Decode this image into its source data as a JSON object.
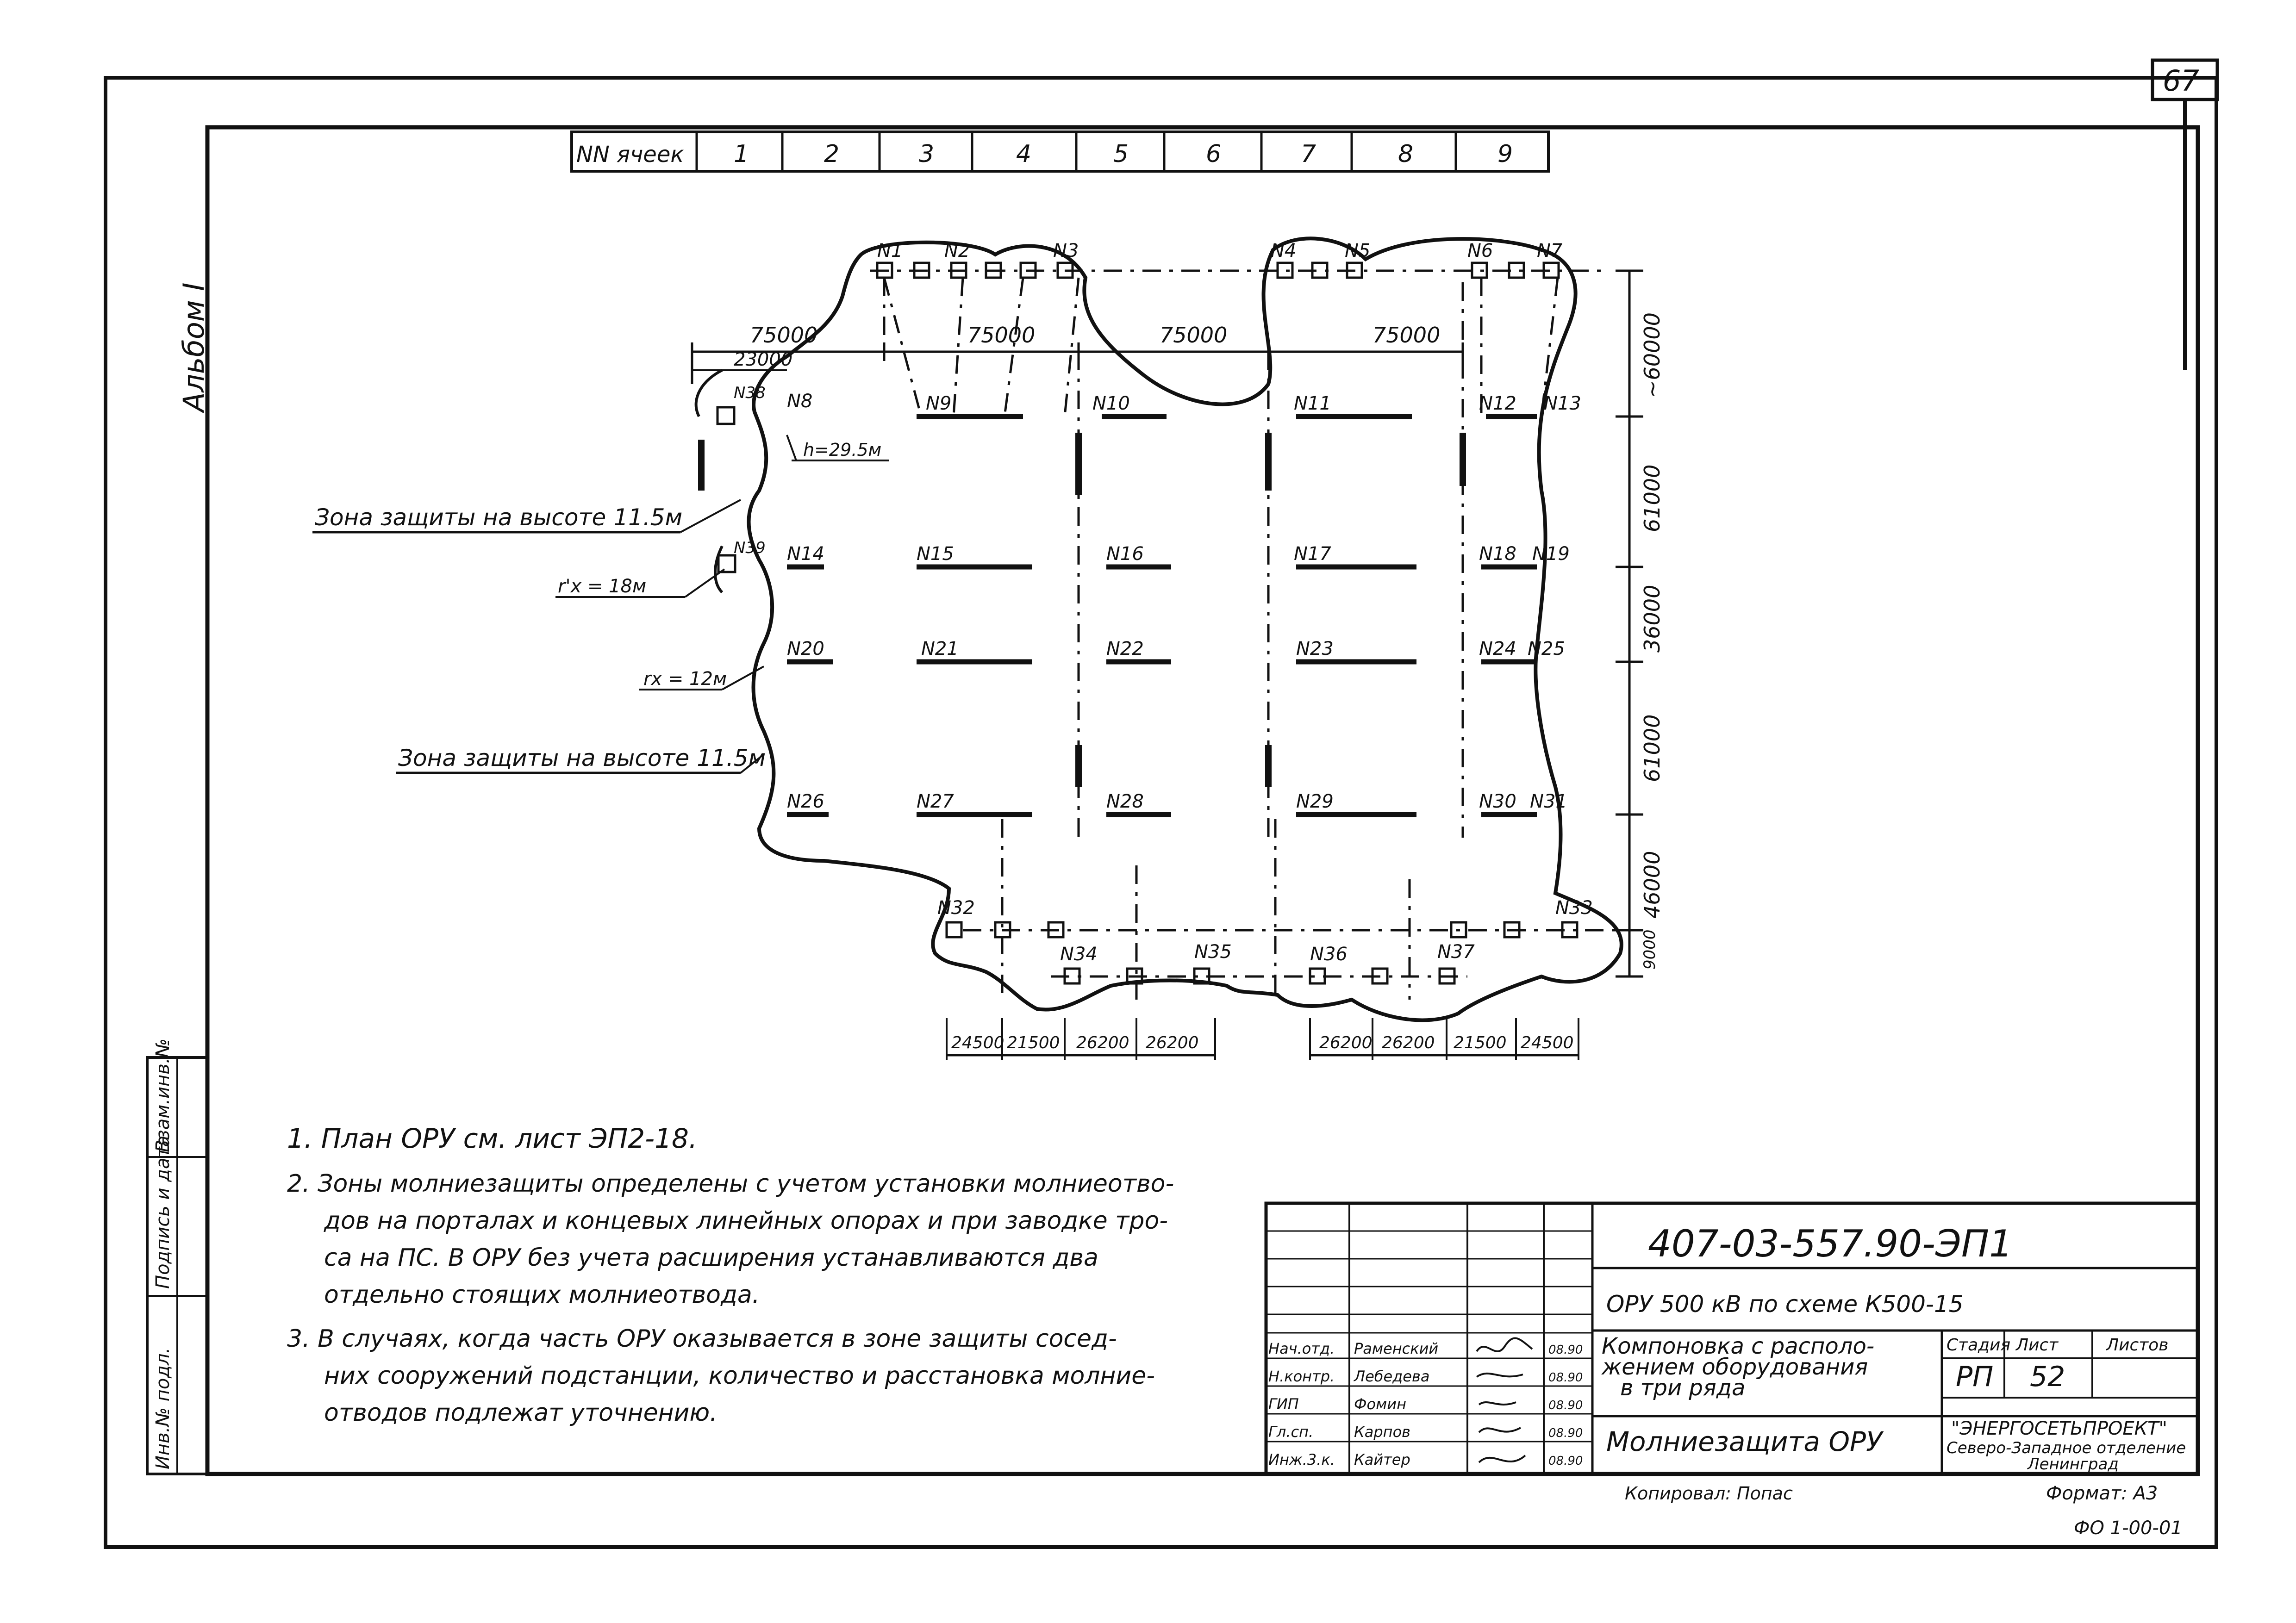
{
  "sheet": {
    "sheet_number": "67",
    "album_label": "Альбом I",
    "drawing_code": "407-03-557.90-ЭП1",
    "copied_by": "Копировал: Попас",
    "format": "Формат: А3",
    "footer_code": "ФО 1-00-01"
  },
  "cells_header": {
    "label": "NN ячеек",
    "cells": [
      "1",
      "2",
      "3",
      "4",
      "5",
      "6",
      "7",
      "8",
      "9"
    ]
  },
  "dims": {
    "top_spans": [
      "75000",
      "75000",
      "75000",
      "75000"
    ],
    "sub_span": "23000",
    "right_rows": [
      "~60000",
      "61000",
      "36000",
      "61000",
      "46000",
      "9000"
    ],
    "bottom_left": [
      "24500",
      "21500",
      "26200",
      "26200"
    ],
    "bottom_right": [
      "26200",
      "26200",
      "21500",
      "24500"
    ]
  },
  "rod_labels": [
    "N1",
    "N2",
    "N3",
    "N4",
    "N5",
    "N6",
    "N7",
    "N8",
    "N9",
    "N10",
    "N11",
    "N12",
    "N13",
    "N14",
    "N15",
    "N16",
    "N17",
    "N18",
    "N19",
    "N20",
    "N21",
    "N22",
    "N23",
    "N24",
    "N25",
    "N26",
    "N27",
    "N28",
    "N29",
    "N30",
    "N31",
    "N32",
    "N33",
    "N34",
    "N35",
    "N36",
    "N37",
    "N38",
    "N39"
  ],
  "annotations": {
    "height": "h=29.5м",
    "zone_top": "Зона защиты на высоте 11.5м",
    "rx18": "r'x = 18м",
    "rx12": "rx = 12м",
    "zone_bottom": "Зона защиты на высоте 11.5м"
  },
  "notes": [
    "1. План ОРУ см. лист ЭП2-18.",
    "2. Зоны молниезащиты определены с учетом установки молниеотво-",
    "дов на порталах и концевых линейных опорах и при заводке тро-",
    "са на ПС. В ОРУ без учета расширения устанавливаются два",
    "отдельно стоящих молниеотвода.",
    "3. В случаях, когда часть ОРУ оказывается в зоне защиты сосед-",
    "них сооружений подстанции, количество и расстановка молние-",
    "отводов подлежат уточнению."
  ],
  "stamp": {
    "project": "ОРУ 500 кВ по схеме К500-15",
    "description": [
      "Компоновка с располо-",
      "жением оборудования",
      "в три ряда"
    ],
    "title": "Молниезащита ОРУ",
    "stage_hdr": "Стадия",
    "sheet_hdr": "Лист",
    "sheets_hdr": "Листов",
    "stage": "РП",
    "sheet": "52",
    "org": [
      "\"ЭНЕРГОСЕТЬПРОЕКТ\"",
      "Северо-Западное отделение",
      "Ленинград"
    ],
    "roles": [
      "Нач.отд.",
      "Н.контр.",
      "ГИП",
      "Гл.сп.",
      "Инж.3.к."
    ],
    "names": [
      "Раменский",
      "Лебедева",
      "Фомин",
      "Карпов",
      "Кайтер"
    ],
    "dates": [
      "08.90",
      "08.90",
      "08.90",
      "08.90",
      "08.90"
    ]
  },
  "side_stamp": [
    "Инв.№ подл.",
    "Подпись и дата",
    "Взам.инв.№"
  ]
}
